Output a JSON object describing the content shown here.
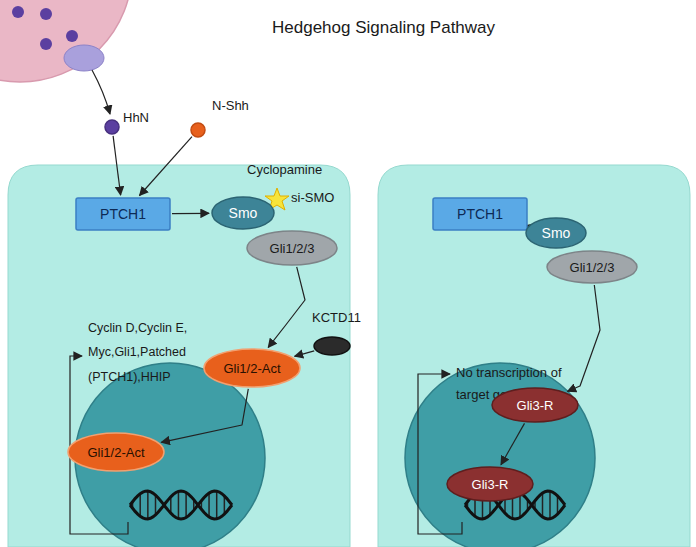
{
  "diagram": {
    "title": "Hedgehog Signaling Pathway",
    "nodes": [
      {
        "text": [
          "HhN"
        ]
      },
      {
        "text": [
          "N-Shh"
        ]
      },
      {
        "text": [
          "PTCH1"
        ]
      },
      {
        "text": [
          "Smo"
        ]
      },
      {
        "text": [
          "Gli1/2/3"
        ]
      },
      {
        "text": [
          "KCTD11"
        ]
      },
      {
        "text": [
          "Gli1/2-Act"
        ]
      },
      {
        "text": [
          "Gli1/2-Act"
        ]
      },
      {
        "text": [
          "PTCH1"
        ]
      },
      {
        "text": [
          "Smo"
        ]
      },
      {
        "text": [
          "Gli1/2/3"
        ]
      },
      {
        "text": [
          "Gli3-R"
        ]
      },
      {
        "text": [
          "Gli3-R"
        ]
      }
    ],
    "edges": [
      {
        "from": 0,
        "to": 2,
        "arrow": "to"
      },
      {
        "from": 1,
        "to": 2,
        "arrow": "to"
      },
      {
        "from": 2,
        "to": 3,
        "arrow": "to"
      },
      {
        "from": 4,
        "to": 6,
        "arrow": "to"
      },
      {
        "from": 5,
        "to": 6,
        "arrow": "to"
      },
      {
        "from": 6,
        "to": 7,
        "arrow": "to"
      },
      {
        "from": 8,
        "to": 9,
        "arrow": "to"
      },
      {
        "from": 10,
        "to": 11,
        "arrow": "to"
      },
      {
        "from": 11,
        "to": 12,
        "arrow": "to"
      }
    ],
    "labels": [
      "Cyclopamine",
      "si-SMO",
      "Cyclin D,Cyclin E, Myc,Gli1,Patched (PTCH1),HHIP",
      "No transcription of target genes"
    ]
  }
}
